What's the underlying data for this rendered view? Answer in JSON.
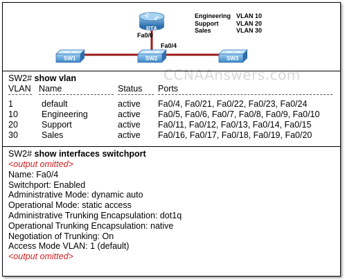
{
  "watermark": "CCNAAnswers.com",
  "topology": {
    "router_label": "RTA",
    "router_port": "Fa0/0",
    "sw2_port": "Fa0/4",
    "switches": [
      "SW1",
      "SW2",
      "SW3"
    ],
    "vlan_legend": [
      {
        "name": "Engineering",
        "vlan": "VLAN 10"
      },
      {
        "name": "Support",
        "vlan": "VLAN 20"
      },
      {
        "name": "Sales",
        "vlan": "VLAN 30"
      }
    ],
    "colors": {
      "router": "#3f7fc0",
      "switch": "#5aa0d8",
      "link": "#9c1a1a"
    }
  },
  "show_vlan": {
    "prompt": "SW2#",
    "command": "show vlan",
    "headers": [
      "VLAN",
      "Name",
      "Status",
      "Ports"
    ],
    "rows": [
      {
        "vlan": "1",
        "name": "default",
        "status": "active",
        "ports": "Fa0/4, Fa0/21, Fa0/22, Fa0/23, Fa0/24"
      },
      {
        "vlan": "10",
        "name": "Engineering",
        "status": "active",
        "ports": "Fa0/5, Fa0/6, Fa0/7, Fa0/8, Fa0/9, Fa0/10"
      },
      {
        "vlan": "20",
        "name": "Support",
        "status": "active",
        "ports": "Fa0/11, Fa0/12, Fa0/13, Fa0/14, Fa0/15"
      },
      {
        "vlan": "30",
        "name": "Sales",
        "status": "active",
        "ports": "Fa0/16, Fa0/17, Fa0/18, Fa0/19, Fa0/20"
      }
    ]
  },
  "show_switchport": {
    "prompt": "SW2#",
    "command": "show interfaces switchport",
    "omitted": "<output omitted>",
    "lines": [
      "Name: Fa0/4",
      "Switchport: Enabled",
      "Administrative Mode: dynamic auto",
      "Operational Mode: static access",
      "Administrative Trunking Encapsulation: dot1q",
      "Operational Trunking Encapsulation: native",
      "Negotiation of Trunking: On",
      "Access Mode VLAN: 1 (default)"
    ]
  }
}
